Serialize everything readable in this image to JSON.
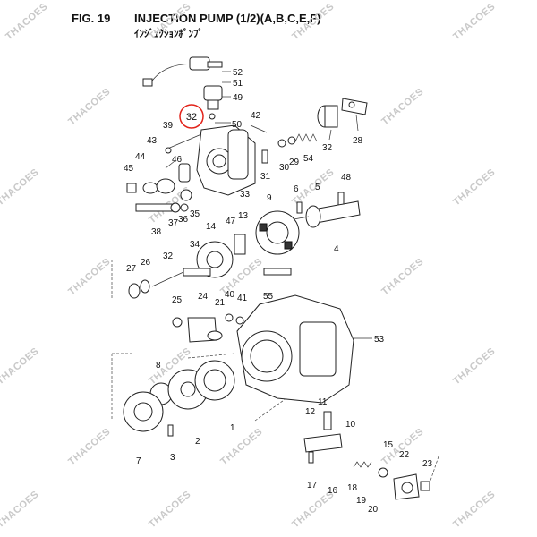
{
  "header": {
    "figure": "FIG. 19",
    "title": "INJECTION PUMP (1/2)(A,B,C,E,F)",
    "subtitle": "ｲﾝｼﾞｪｸｼｮﾝﾎﾟﾝﾌﾟ"
  },
  "watermark": "THACOES",
  "highlight": {
    "label": "32",
    "color": "#e2231a"
  },
  "callouts": [
    "52",
    "51",
    "49",
    "50",
    "42",
    "28",
    "32",
    "39",
    "43",
    "46",
    "45",
    "44",
    "31",
    "30",
    "29",
    "54",
    "33",
    "36",
    "37",
    "38",
    "35",
    "6",
    "5",
    "48",
    "47",
    "14",
    "13",
    "9",
    "34",
    "32",
    "27",
    "26",
    "4",
    "25",
    "24",
    "40",
    "21",
    "41",
    "55",
    "53",
    "8",
    "7",
    "3",
    "2",
    "1",
    "11",
    "12",
    "10",
    "15",
    "22",
    "23",
    "17",
    "16",
    "18",
    "19",
    "20"
  ]
}
